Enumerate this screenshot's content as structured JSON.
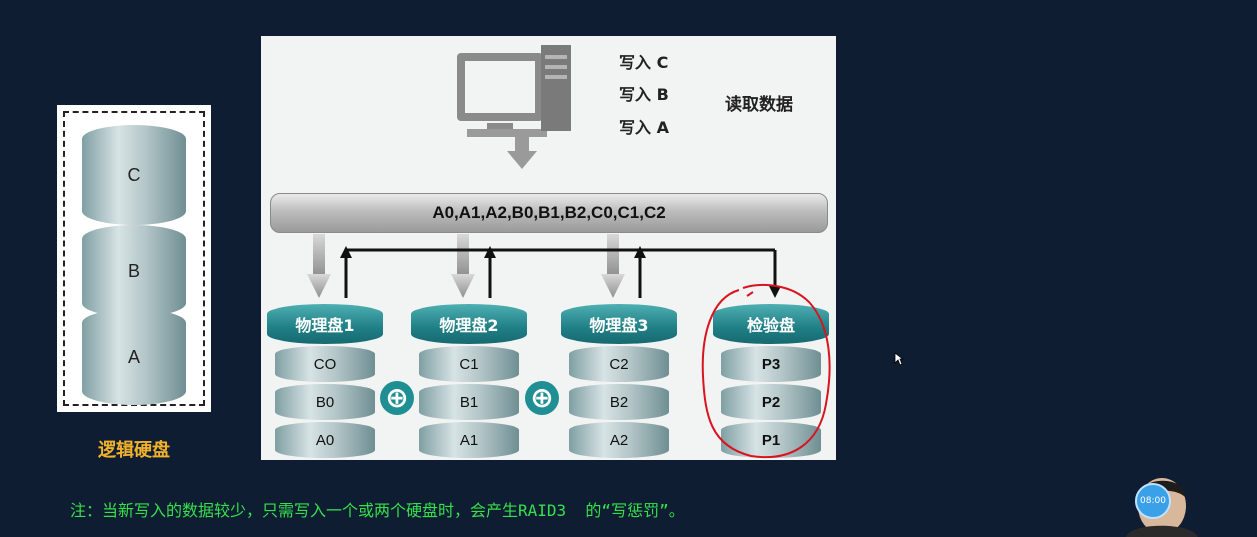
{
  "logical_disk": {
    "segments": [
      "C",
      "B",
      "A"
    ],
    "label": "逻辑硬盘"
  },
  "diagram": {
    "write_labels": [
      "写入 C",
      "写入 B",
      "写入 A"
    ],
    "read_label": "读取数据",
    "bus_label": "A0,A1,A2,B0,B1,B2,C0,C1,C2",
    "disks": [
      {
        "name": "物理盘1",
        "blocks": [
          "CO",
          "B0",
          "A0"
        ]
      },
      {
        "name": "物理盘2",
        "blocks": [
          "C1",
          "B1",
          "A1"
        ]
      },
      {
        "name": "物理盘3",
        "blocks": [
          "C2",
          "B2",
          "A2"
        ]
      },
      {
        "name": "检验盘",
        "blocks": [
          "P3",
          "P2",
          "P1"
        ]
      }
    ],
    "xor_symbol": "⊕"
  },
  "note": "注：当新写入的数据较少，只需写入一个或两个硬盘时，会产生RAID3  的“写惩罚”。",
  "timer": "08:00",
  "colors": {
    "background": "#0f1d33",
    "note_text": "#35e04a",
    "logical_label": "#f1b12a",
    "disk_head": "#1f7f85",
    "annotation": "#d8141e"
  }
}
